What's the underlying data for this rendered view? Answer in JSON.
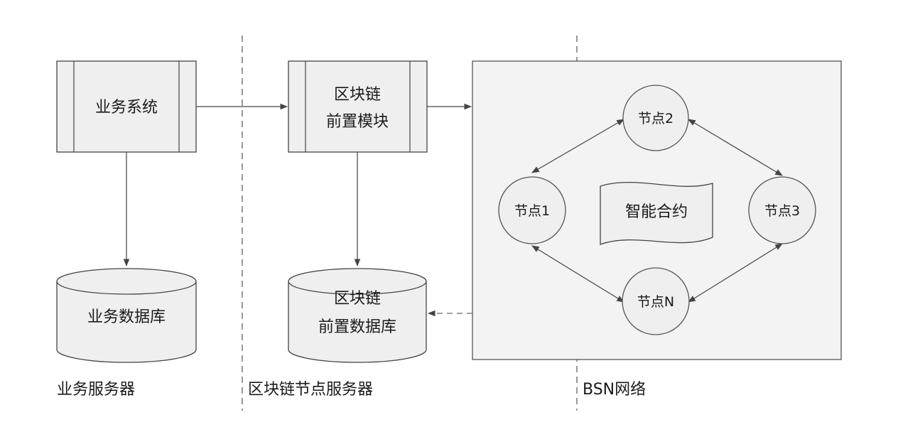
{
  "nodes": {
    "business_system": "业务系统",
    "blockchain_front_module": [
      "区块链",
      "前置模块"
    ],
    "business_db": "业务数据库",
    "blockchain_front_db": [
      "区块链",
      "前置数据库"
    ],
    "smart_contract": "智能合约",
    "node1": "节点1",
    "node2": "节点2",
    "node3": "节点3",
    "nodeN": "节点N"
  },
  "sections": {
    "business_server": "业务服务器",
    "blockchain_node_server": "区块链节点服务器",
    "bsn_network": "BSN网络"
  },
  "colors": {
    "fill": "#efefef",
    "stroke": "#444444",
    "network_fill": "#f3f3f3"
  }
}
